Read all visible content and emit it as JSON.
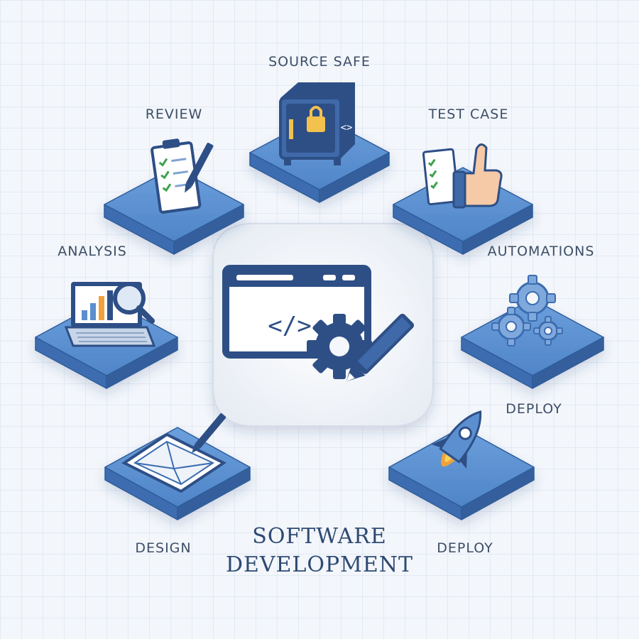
{
  "title": {
    "line1": "SOFTWARE",
    "line2": "DEVELOPMENT"
  },
  "nodes": {
    "source_safe": "SOURCE SAFE",
    "review": "REVIEW",
    "test_case": "TEST CASE",
    "analysis": "ANALYSIS",
    "automations": "AUTOMATIONS",
    "deploy_right": "DEPLOY",
    "design": "DESIGN",
    "deploy_bottom": "DEPLOY"
  },
  "center": {
    "code_symbol": "</>"
  },
  "safe_code": "<>",
  "colors": {
    "platform_top": "#5b8fd0",
    "platform_side": "#3c6db0",
    "navy": "#2e4f86",
    "accent_orange": "#f2a23a"
  }
}
